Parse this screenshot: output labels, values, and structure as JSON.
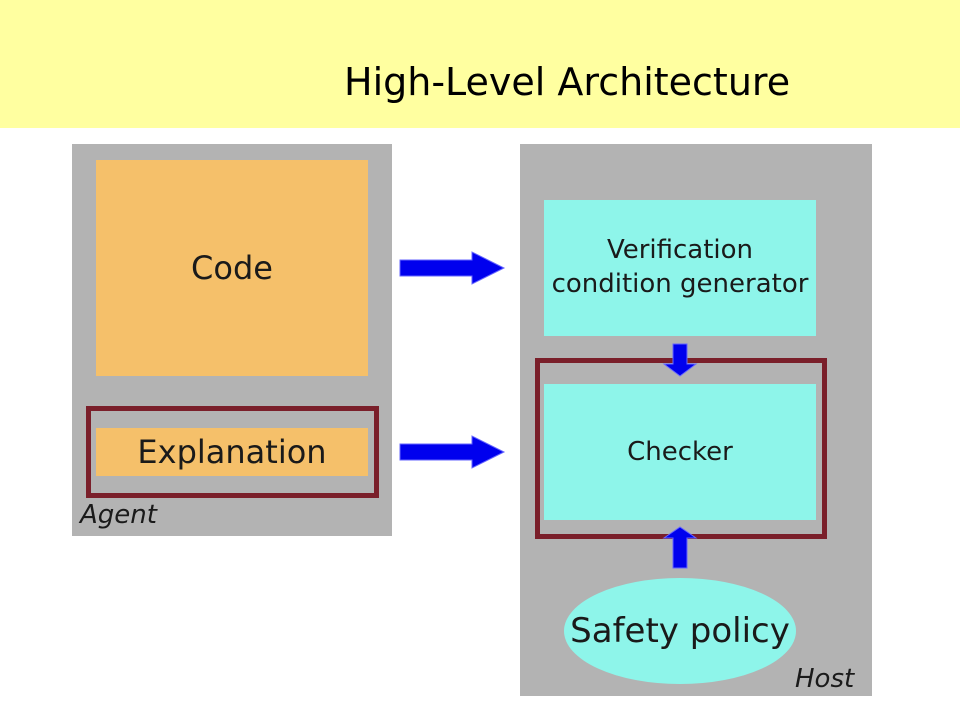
{
  "title": "High-Level Architecture",
  "agent": {
    "label": "Agent",
    "code": "Code",
    "explanation": "Explanation"
  },
  "host": {
    "label": "Host",
    "vcg": "Verification condition generator",
    "checker": "Checker",
    "policy": "Safety policy"
  },
  "colors": {
    "title_band": "#ffffa0",
    "panel": "#b3b3b3",
    "agent_box": "#f5c06a",
    "host_box": "#8ef5ea",
    "frame": "#7a1f2a",
    "arrow": "#0000ee"
  }
}
